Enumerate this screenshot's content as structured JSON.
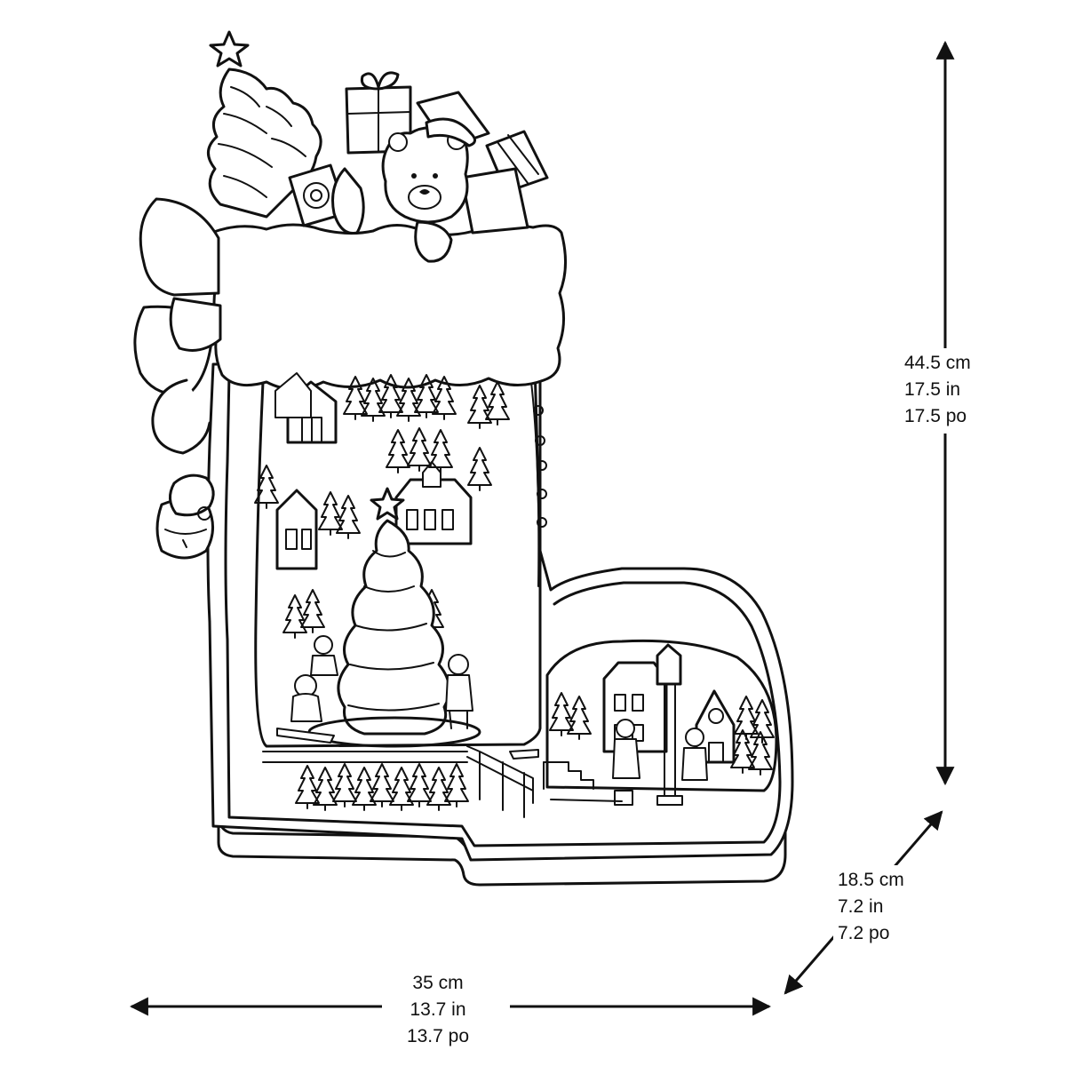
{
  "dimensions": {
    "height": {
      "cm": "44.5 cm",
      "in": "17.5 in",
      "po": "17.5 po"
    },
    "depth": {
      "cm": "18.5 cm",
      "in": "7.2 in",
      "po": "7.2 po"
    },
    "width": {
      "cm": "35 cm",
      "in": "13.7 in",
      "po": "13.7 po"
    }
  },
  "colors": {
    "line": "#111111",
    "background": "#ffffff"
  }
}
